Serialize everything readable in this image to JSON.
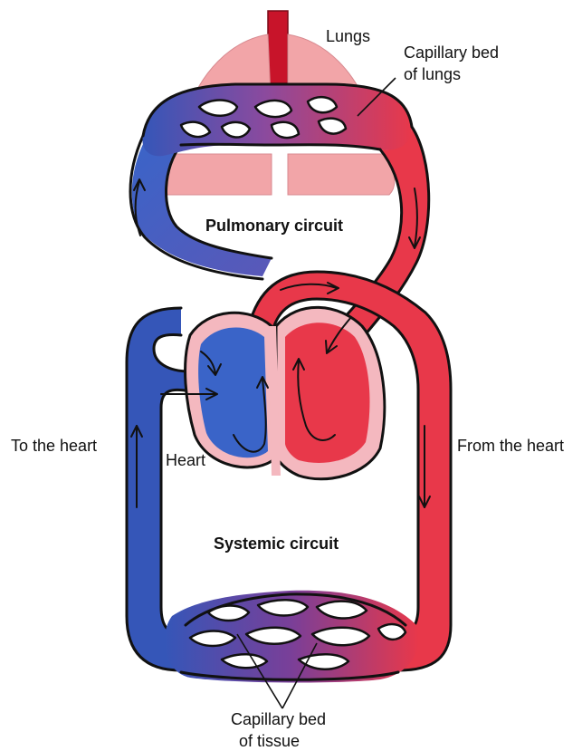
{
  "labels": {
    "lungs": "Lungs",
    "capillary_lungs_line1": "Capillary bed",
    "capillary_lungs_line2": "of lungs",
    "pulmonary_circuit": "Pulmonary circuit",
    "to_the_heart": "To the heart",
    "heart": "Heart",
    "from_the_heart": "From the heart",
    "systemic_circuit": "Systemic circuit",
    "capillary_tissue_line1": "Capillary bed",
    "capillary_tissue_line2": "of tissue"
  },
  "colors": {
    "oxygenated": "#e8384a",
    "deoxygenated": "#3556b8",
    "mixed": "#8a4a9e",
    "lung_tissue": "#f2a5a8",
    "heart_wall": "#f4b8bf",
    "trachea": "#c8142a",
    "outline": "#111111"
  }
}
